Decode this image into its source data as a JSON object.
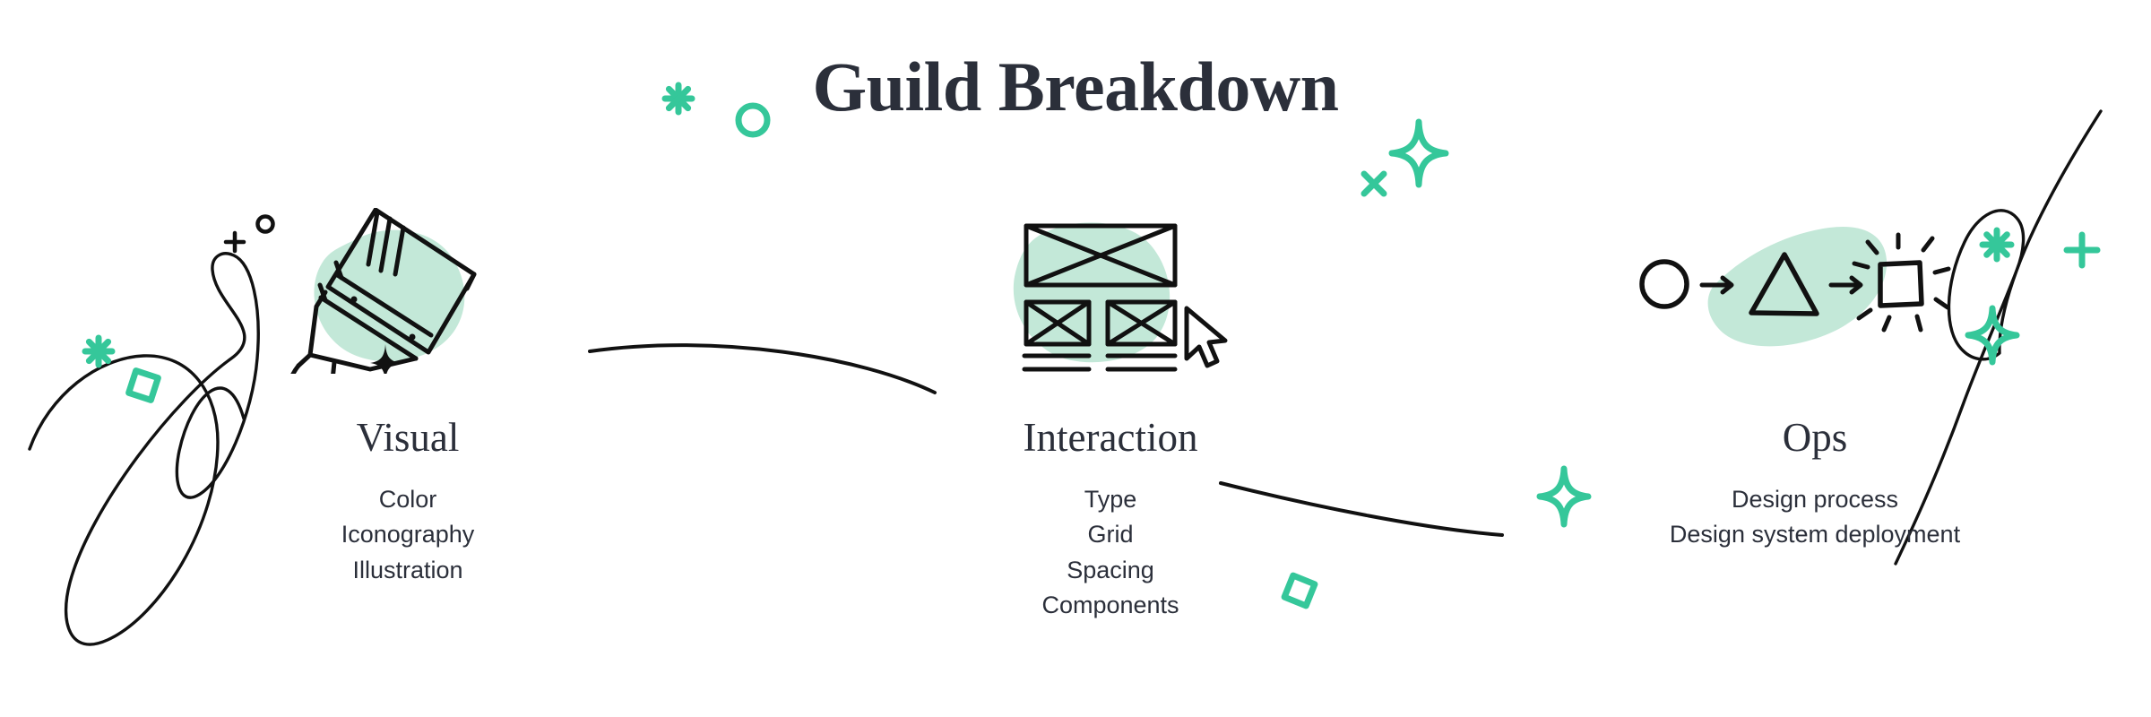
{
  "page": {
    "title": "Guild Breakdown",
    "background_color": "#ffffff",
    "text_color": "#2b2f3a",
    "accent_color": "#35c79a",
    "blob_color": "#c3e8d8",
    "line_color": "#111111"
  },
  "columns": [
    {
      "id": "visual",
      "heading": "Visual",
      "icon": "paintbrush-icon",
      "items": [
        "Color",
        "Iconography",
        "Illustration"
      ]
    },
    {
      "id": "interaction",
      "heading": "Interaction",
      "icon": "wireframe-cursor-icon",
      "items": [
        "Type",
        "Grid",
        "Spacing",
        "Components"
      ]
    },
    {
      "id": "ops",
      "heading": "Ops",
      "icon": "shape-process-icon",
      "items": [
        "Design process",
        "Design system deployment"
      ]
    }
  ],
  "decorations": [
    {
      "name": "asterisk-left-of-title",
      "shape": "asterisk",
      "color": "#35c79a"
    },
    {
      "name": "circle-left-of-title",
      "shape": "circle-outline",
      "color": "#35c79a"
    },
    {
      "name": "sparkle-right-of-title",
      "shape": "four-point-star-outline",
      "color": "#35c79a"
    },
    {
      "name": "x-mark-right-of-title",
      "shape": "x-mark",
      "color": "#35c79a"
    },
    {
      "name": "asterisk-far-left",
      "shape": "asterisk",
      "color": "#35c79a"
    },
    {
      "name": "diamond-far-left",
      "shape": "square-outline-rotated",
      "color": "#35c79a"
    },
    {
      "name": "squiggle-far-left",
      "shape": "loop-squiggle",
      "color": "#111111"
    },
    {
      "name": "connector-visual-interaction",
      "shape": "arc-line",
      "color": "#111111"
    },
    {
      "name": "connector-interaction-ops",
      "shape": "arc-line",
      "color": "#111111"
    },
    {
      "name": "diamond-below-interaction",
      "shape": "square-outline-rotated",
      "color": "#35c79a"
    },
    {
      "name": "sparkle-left-of-ops",
      "shape": "four-point-star-outline",
      "color": "#35c79a"
    },
    {
      "name": "asterisk-far-right",
      "shape": "asterisk",
      "color": "#35c79a"
    },
    {
      "name": "plus-far-right",
      "shape": "plus",
      "color": "#35c79a"
    },
    {
      "name": "sparkle-far-right",
      "shape": "four-point-star-outline",
      "color": "#35c79a"
    },
    {
      "name": "swoosh-far-right",
      "shape": "loop-curve",
      "color": "#111111"
    },
    {
      "name": "plus-near-paintbrush",
      "shape": "plus",
      "color": "#111111"
    },
    {
      "name": "circle-near-paintbrush",
      "shape": "circle-outline",
      "color": "#111111"
    },
    {
      "name": "sparkle-near-paintbrush",
      "shape": "four-point-star-solid",
      "color": "#111111"
    }
  ]
}
